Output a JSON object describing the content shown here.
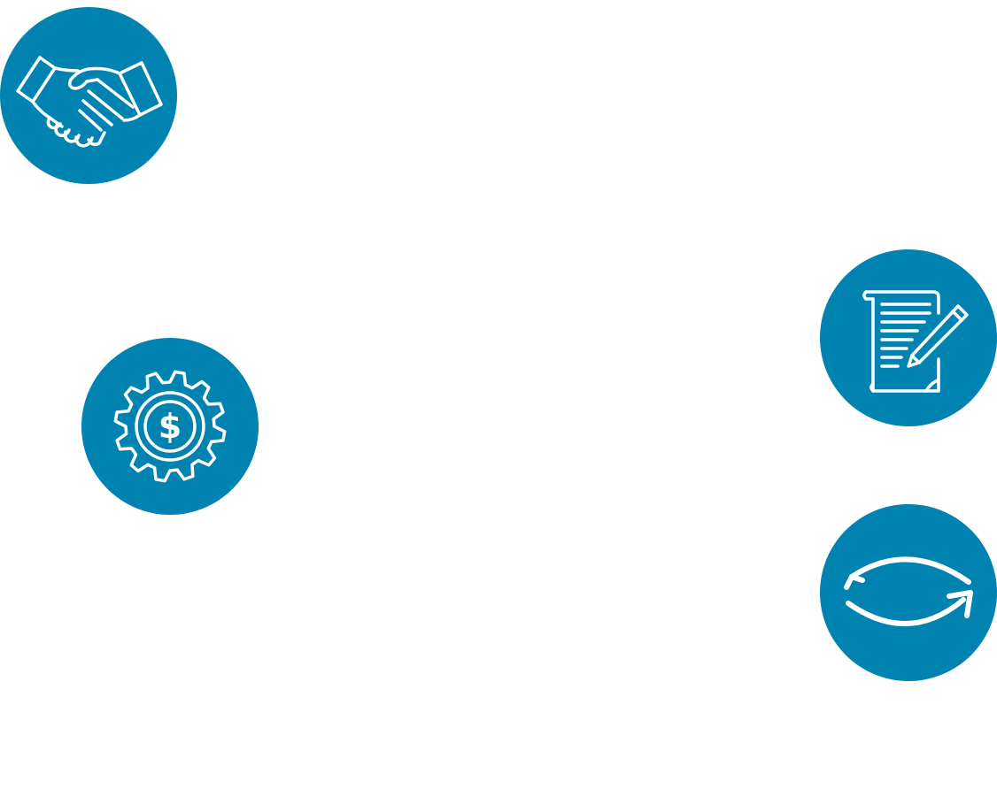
{
  "theme": {
    "badge_color": "#0083b0",
    "icon_color": "#ffffff"
  },
  "icons": [
    {
      "id": "badge-handshake",
      "icon": "handshake-icon"
    },
    {
      "id": "badge-gear",
      "icon": "gear-dollar-icon"
    },
    {
      "id": "badge-contract",
      "icon": "contract-pen-icon"
    },
    {
      "id": "badge-sync",
      "icon": "sync-arrows-icon"
    }
  ]
}
